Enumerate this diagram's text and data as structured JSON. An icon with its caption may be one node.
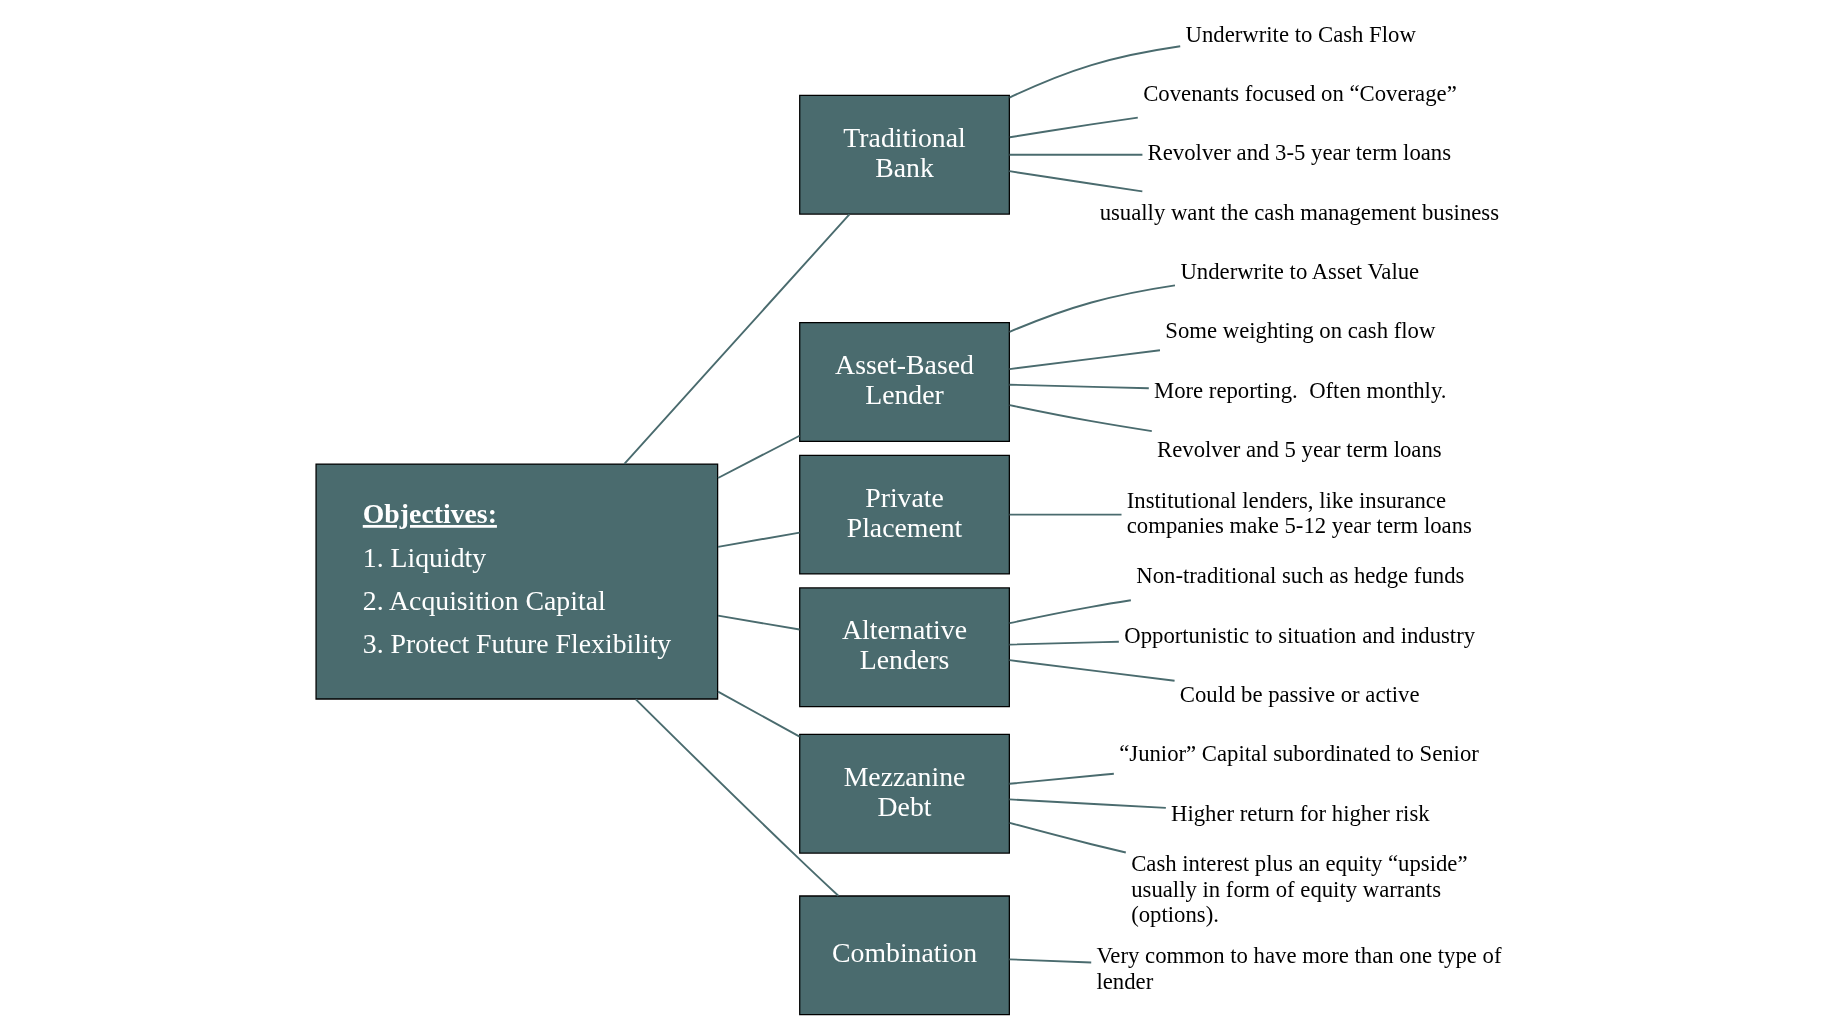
{
  "diagram": {
    "nodes": [
      {
        "text": [
          "Objectives:",
          "1. Liquidty",
          "2. Acquisition Capital",
          "3. Protect Future Flexibility"
        ]
      },
      {
        "text": [
          "Traditional Bank"
        ]
      },
      {
        "text": [
          "Asset-Based Lender"
        ]
      },
      {
        "text": [
          "Private Placement"
        ]
      },
      {
        "text": [
          "Alternative Lenders"
        ]
      },
      {
        "text": [
          "Mezzanine Debt"
        ]
      },
      {
        "text": [
          "Combination"
        ]
      },
      {
        "text": [
          "Underwrite to Cash Flow"
        ]
      },
      {
        "text": [
          "Covenants focused on “Coverage”"
        ]
      },
      {
        "text": [
          "Revolver and 3-5 year term loans"
        ]
      },
      {
        "text": [
          "usually want the cash management business"
        ]
      },
      {
        "text": [
          "Underwrite to Asset Value"
        ]
      },
      {
        "text": [
          "Some weighting on cash flow"
        ]
      },
      {
        "text": [
          "More reporting.  Often monthly."
        ]
      },
      {
        "text": [
          "Revolver and 5 year term loans"
        ]
      },
      {
        "text": [
          "Institutional lenders, like insurance companies make 5-12 year term loans"
        ]
      },
      {
        "text": [
          "Non-traditional such as hedge funds"
        ]
      },
      {
        "text": [
          "Opportunistic to situation and industry"
        ]
      },
      {
        "text": [
          "Could be passive or active"
        ]
      },
      {
        "text": [
          "“Junior” Capital subordinated to Senior"
        ]
      },
      {
        "text": [
          "Higher return for higher risk"
        ]
      },
      {
        "text": [
          "Cash interest plus an equity “upside” usually in form of equity warrants (options)."
        ]
      },
      {
        "text": [
          "Very common to have more than one type of lender"
        ]
      }
    ],
    "edges": [
      {
        "from": 0,
        "to": 1,
        "arrow": "none"
      },
      {
        "from": 0,
        "to": 2,
        "arrow": "none"
      },
      {
        "from": 0,
        "to": 3,
        "arrow": "none"
      },
      {
        "from": 0,
        "to": 4,
        "arrow": "none"
      },
      {
        "from": 0,
        "to": 5,
        "arrow": "none"
      },
      {
        "from": 0,
        "to": 6,
        "arrow": "none"
      },
      {
        "from": 1,
        "to": 7,
        "arrow": "none"
      },
      {
        "from": 1,
        "to": 8,
        "arrow": "none"
      },
      {
        "from": 1,
        "to": 9,
        "arrow": "none"
      },
      {
        "from": 1,
        "to": 10,
        "arrow": "none"
      },
      {
        "from": 2,
        "to": 11,
        "arrow": "none"
      },
      {
        "from": 2,
        "to": 12,
        "arrow": "none"
      },
      {
        "from": 2,
        "to": 13,
        "arrow": "none"
      },
      {
        "from": 2,
        "to": 14,
        "arrow": "none"
      },
      {
        "from": 3,
        "to": 15,
        "arrow": "none"
      },
      {
        "from": 4,
        "to": 16,
        "arrow": "none"
      },
      {
        "from": 4,
        "to": 17,
        "arrow": "none"
      },
      {
        "from": 4,
        "to": 18,
        "arrow": "none"
      },
      {
        "from": 5,
        "to": 19,
        "arrow": "none"
      },
      {
        "from": 5,
        "to": 20,
        "arrow": "none"
      },
      {
        "from": 5,
        "to": 21,
        "arrow": "none"
      },
      {
        "from": 6,
        "to": 22,
        "arrow": "none"
      }
    ]
  }
}
